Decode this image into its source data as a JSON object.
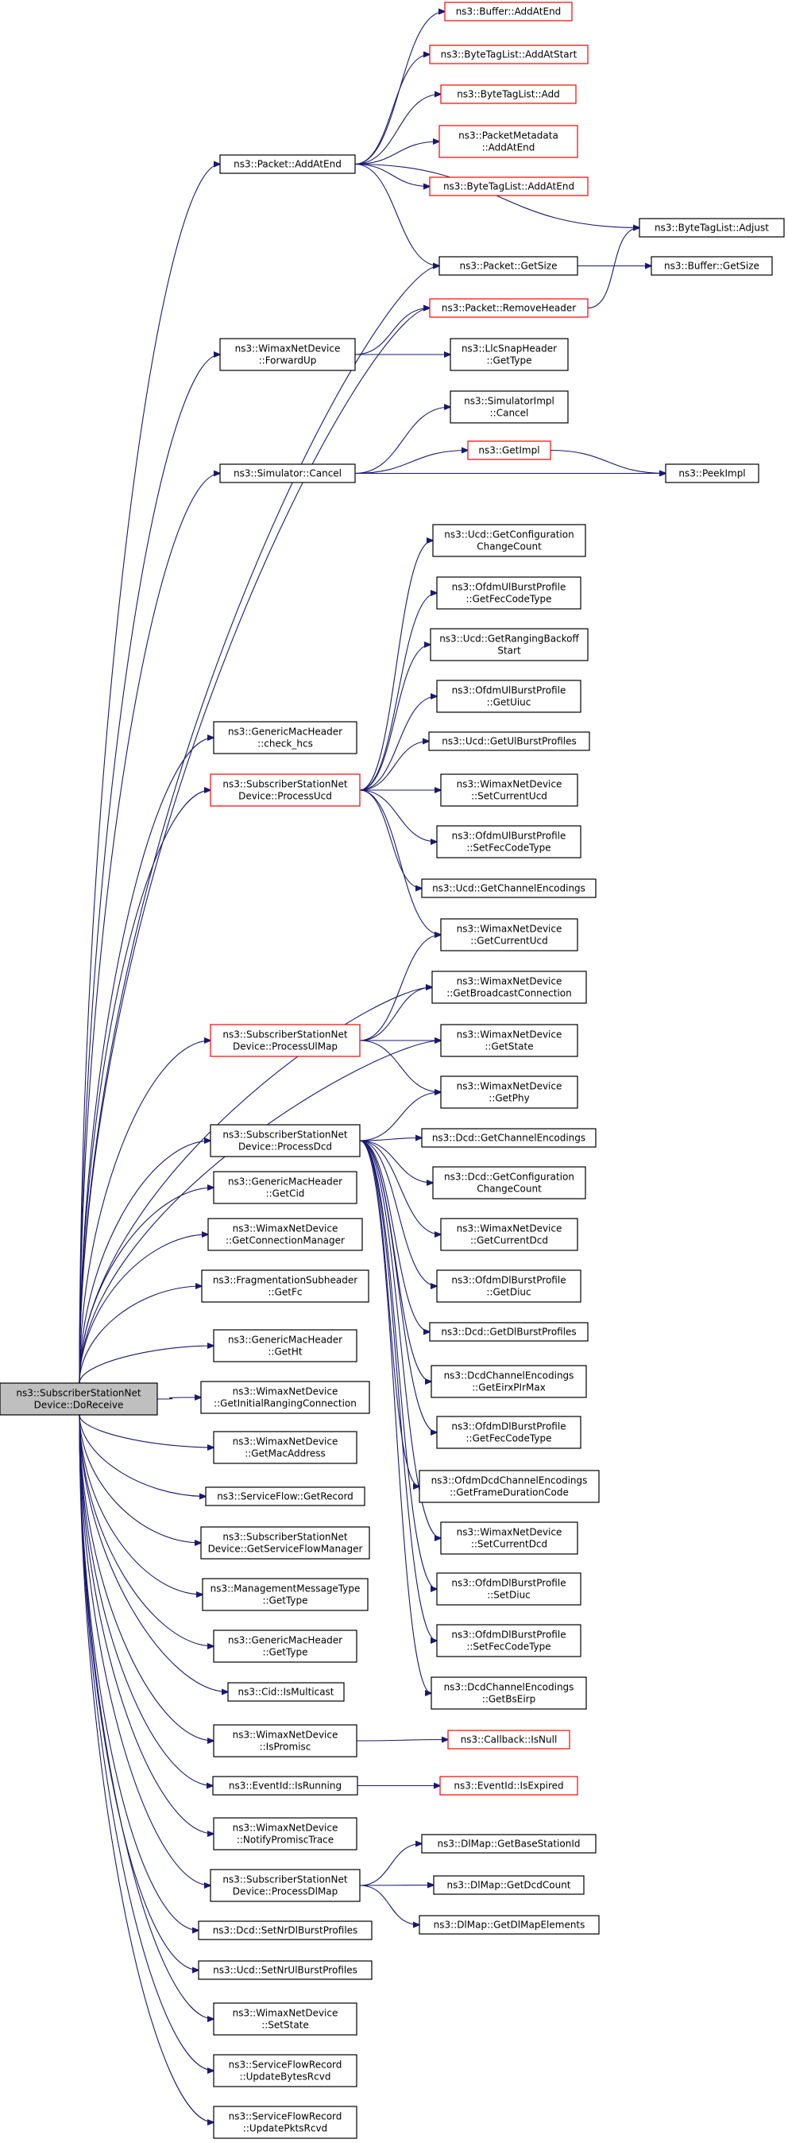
{
  "colors": {
    "edge": "#191970",
    "node_border": "#000000",
    "highlight_border": "#ff0000",
    "root_fill": "#bfbfbf"
  },
  "nodes": {
    "root": [
      "ns3::SubscriberStationNet",
      "Device::DoReceive"
    ],
    "packet_addatend": [
      "ns3::Packet::AddAtEnd"
    ],
    "buffer_addatend": [
      "ns3::Buffer::AddAtEnd"
    ],
    "bytetaglist_addatstart": [
      "ns3::ByteTagList::AddAtStart"
    ],
    "bytetaglist_add": [
      "ns3::ByteTagList::Add"
    ],
    "packetmetadata_addatend": [
      "ns3::PacketMetadata",
      "::AddAtEnd"
    ],
    "bytetaglist_addatend": [
      "ns3::ByteTagList::AddAtEnd"
    ],
    "bytetaglist_adjust": [
      "ns3::ByteTagList::Adjust"
    ],
    "packet_getsize": [
      "ns3::Packet::GetSize"
    ],
    "buffer_getsize": [
      "ns3::Buffer::GetSize"
    ],
    "packet_removeheader": [
      "ns3::Packet::RemoveHeader"
    ],
    "wimax_forwardup": [
      "ns3::WimaxNetDevice",
      "::ForwardUp"
    ],
    "llcsnap_gettype": [
      "ns3::LlcSnapHeader",
      "::GetType"
    ],
    "simimpl_cancel": [
      "ns3::SimulatorImpl",
      "::Cancel"
    ],
    "getimpl": [
      "ns3::GetImpl"
    ],
    "simulator_cancel": [
      "ns3::Simulator::Cancel"
    ],
    "peekimpl": [
      "ns3::PeekImpl"
    ],
    "ucd_getconfigchangecount": [
      "ns3::Ucd::GetConfiguration",
      "ChangeCount"
    ],
    "ofdmul_getfeccodetype": [
      "ns3::OfdmUlBurstProfile",
      "::GetFecCodeType"
    ],
    "ucd_getrangingbackoffstart": [
      "ns3::Ucd::GetRangingBackoff",
      "Start"
    ],
    "ofdmul_getuiuc": [
      "ns3::OfdmUlBurstProfile",
      "::GetUiuc"
    ],
    "ucd_getulburstprofiles": [
      "ns3::Ucd::GetUlBurstProfiles"
    ],
    "wimax_setcurrentucd": [
      "ns3::WimaxNetDevice",
      "::SetCurrentUcd"
    ],
    "ofdmul_setfeccodetype": [
      "ns3::OfdmUlBurstProfile",
      "::SetFecCodeType"
    ],
    "ucd_getchannelencodings": [
      "ns3::Ucd::GetChannelEncodings"
    ],
    "gmh_check_hcs": [
      "ns3::GenericMacHeader",
      "::check_hcs"
    ],
    "ss_processucd": [
      "ns3::SubscriberStationNet",
      "Device::ProcessUcd"
    ],
    "wimax_getcurrentucd": [
      "ns3::WimaxNetDevice",
      "::GetCurrentUcd"
    ],
    "wimax_getbroadcastconnection": [
      "ns3::WimaxNetDevice",
      "::GetBroadcastConnection"
    ],
    "ss_processulmap": [
      "ns3::SubscriberStationNet",
      "Device::ProcessUlMap"
    ],
    "wimax_getstate": [
      "ns3::WimaxNetDevice",
      "::GetState"
    ],
    "wimax_getphy": [
      "ns3::WimaxNetDevice",
      "::GetPhy"
    ],
    "ss_processdcd": [
      "ns3::SubscriberStationNet",
      "Device::ProcessDcd"
    ],
    "dcd_getchannelencodings": [
      "ns3::Dcd::GetChannelEncodings"
    ],
    "gmh_getcid": [
      "ns3::GenericMacHeader",
      "::GetCid"
    ],
    "dcd_getconfigchangecount": [
      "ns3::Dcd::GetConfiguration",
      "ChangeCount"
    ],
    "wimax_getconnectionmanager": [
      "ns3::WimaxNetDevice",
      "::GetConnectionManager"
    ],
    "wimax_getcurrentdcd": [
      "ns3::WimaxNetDevice",
      "::GetCurrentDcd"
    ],
    "fragsub_getfc": [
      "ns3::FragmentationSubheader",
      "::GetFc"
    ],
    "ofdmdl_getdiuc": [
      "ns3::OfdmDlBurstProfile",
      "::GetDiuc"
    ],
    "gmh_getht": [
      "ns3::GenericMacHeader",
      "::GetHt"
    ],
    "dcd_getdlburstprofiles": [
      "ns3::Dcd::GetDlBurstProfiles"
    ],
    "wimax_getinitialranging": [
      "ns3::WimaxNetDevice",
      "::GetInitialRangingConnection"
    ],
    "dcdchenc_geteirxpirmax": [
      "ns3::DcdChannelEncodings",
      "::GetEirxPIrMax"
    ],
    "wimax_getmacaddress": [
      "ns3::WimaxNetDevice",
      "::GetMacAddress"
    ],
    "ofdmdl_getfeccodetype": [
      "ns3::OfdmDlBurstProfile",
      "::GetFecCodeType"
    ],
    "serviceflow_getrecord": [
      "ns3::ServiceFlow::GetRecord"
    ],
    "ofdmdcdchenc_getframedurationcode": [
      "ns3::OfdmDcdChannelEncodings",
      "::GetFrameDurationCode"
    ],
    "ss_getserviceflowmanager": [
      "ns3::SubscriberStationNet",
      "Device::GetServiceFlowManager"
    ],
    "wimax_setcurrentdcd": [
      "ns3::WimaxNetDevice",
      "::SetCurrentDcd"
    ],
    "mgmtmsg_gettype": [
      "ns3::ManagementMessageType",
      "::GetType"
    ],
    "ofdmdl_setdiuc": [
      "ns3::OfdmDlBurstProfile",
      "::SetDiuc"
    ],
    "gmh_gettype": [
      "ns3::GenericMacHeader",
      "::GetType"
    ],
    "ofdmdl_setfeccodetype": [
      "ns3::OfdmDlBurstProfile",
      "::SetFecCodeType"
    ],
    "dcdchenc_getbseirp": [
      "ns3::DcdChannelEncodings",
      "::GetBsEirp"
    ],
    "cid_ismulticast": [
      "ns3::Cid::IsMulticast"
    ],
    "wimax_ispromisc": [
      "ns3::WimaxNetDevice",
      "::IsPromisc"
    ],
    "callback_isnull": [
      "ns3::Callback::IsNull"
    ],
    "eventid_isrunning": [
      "ns3::EventId::IsRunning"
    ],
    "eventid_isexpired": [
      "ns3::EventId::IsExpired"
    ],
    "wimax_notifypromisctrace": [
      "ns3::WimaxNetDevice",
      "::NotifyPromiscTrace"
    ],
    "dlmap_getbasestationid": [
      "ns3::DlMap::GetBaseStationId"
    ],
    "ss_processdlmap": [
      "ns3::SubscriberStationNet",
      "Device::ProcessDlMap"
    ],
    "dlmap_getdcdcount": [
      "ns3::DlMap::GetDcdCount"
    ],
    "dlmap_getdlmapelements": [
      "ns3::DlMap::GetDlMapElements"
    ],
    "dcd_setnrdlburstprofiles": [
      "ns3::Dcd::SetNrDlBurstProfiles"
    ],
    "ucd_setnrulburstprofiles": [
      "ns3::Ucd::SetNrUlBurstProfiles"
    ],
    "wimax_setstate": [
      "ns3::WimaxNetDevice",
      "::SetState"
    ],
    "sfrecord_updatebytesrcvd": [
      "ns3::ServiceFlowRecord",
      "::UpdateBytesRcvd"
    ],
    "sfrecord_updatepktsrcvd": [
      "ns3::ServiceFlowRecord",
      "::UpdatePktsRcvd"
    ]
  }
}
